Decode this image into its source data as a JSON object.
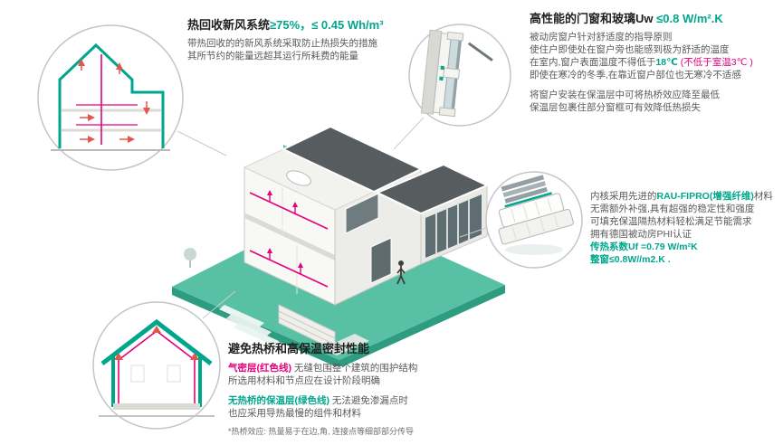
{
  "palette": {
    "accent_green": "#00A68C",
    "accent_pink": "#E5007D",
    "platform_teal": "#57C0A5",
    "duct_pink": "#E6007E",
    "arrow_red": "#E2574C",
    "body_text": "#5a5a5a",
    "heading_text": "#1f1f1f"
  },
  "ventilation_block": {
    "title_main": "热回收新风系统",
    "title_value": "≥75%，≤ 0.45 Wh/m³",
    "body_lines": [
      "带热回收的的新风系统采取防止热损失的措施",
      "其所节约的能量远超其运行所耗费的能量"
    ]
  },
  "window_block": {
    "title_main": "高性能的门窗和玻璃",
    "title_uw": "Uw ",
    "title_value": "≤0.8 W/m².K",
    "line1": "被动房窗户针对舒适度的指导原则",
    "line2": "使住户即使处在窗户旁也能感到极为舒适的温度",
    "line3_pre": "在室内,窗户表面温度不得低于",
    "line3_green": "18℃",
    "line3_pink": " (不低于室温3℃ )",
    "line4": "即使在寒冷的冬季,在靠近窗户部位也无寒冷不适感",
    "line5": "将窗户安装在保温层中可将热桥效应降至最低",
    "line6": "保温层包裹住部分窗框可有效降低热损失"
  },
  "profile_block": {
    "line1_pre": "内核采用先进的",
    "line1_green": "RAU-FIPRO(增强纤维)",
    "line1_post": "材料",
    "line2": "无需额外补强,具有超强的稳定性和强度",
    "line3": "可填充保温隔热材料轻松满足节能需求",
    "line4": "拥有德国被动房PHI认证",
    "line5": "传热系数Uf =0.79 W/m²K",
    "line6": "整窗≤0.8W//m2.K ."
  },
  "thermal_block": {
    "title": "避免热桥和高保温密封性能",
    "line1_pink": "气密层(红色线)",
    "line1_rest": " 无缝包围整个建筑的围护结构",
    "line2": "所选用材料和节点应在设计阶段明确",
    "line3_green": "无热桥的保温层(绿色线)",
    "line3_rest": " 无法避免渗漏点时",
    "line4": "也应采用导热最慢的组件和材料",
    "footnote": "*热桥效应: 热量易于在边,角, 连接点等细部部分传导"
  }
}
